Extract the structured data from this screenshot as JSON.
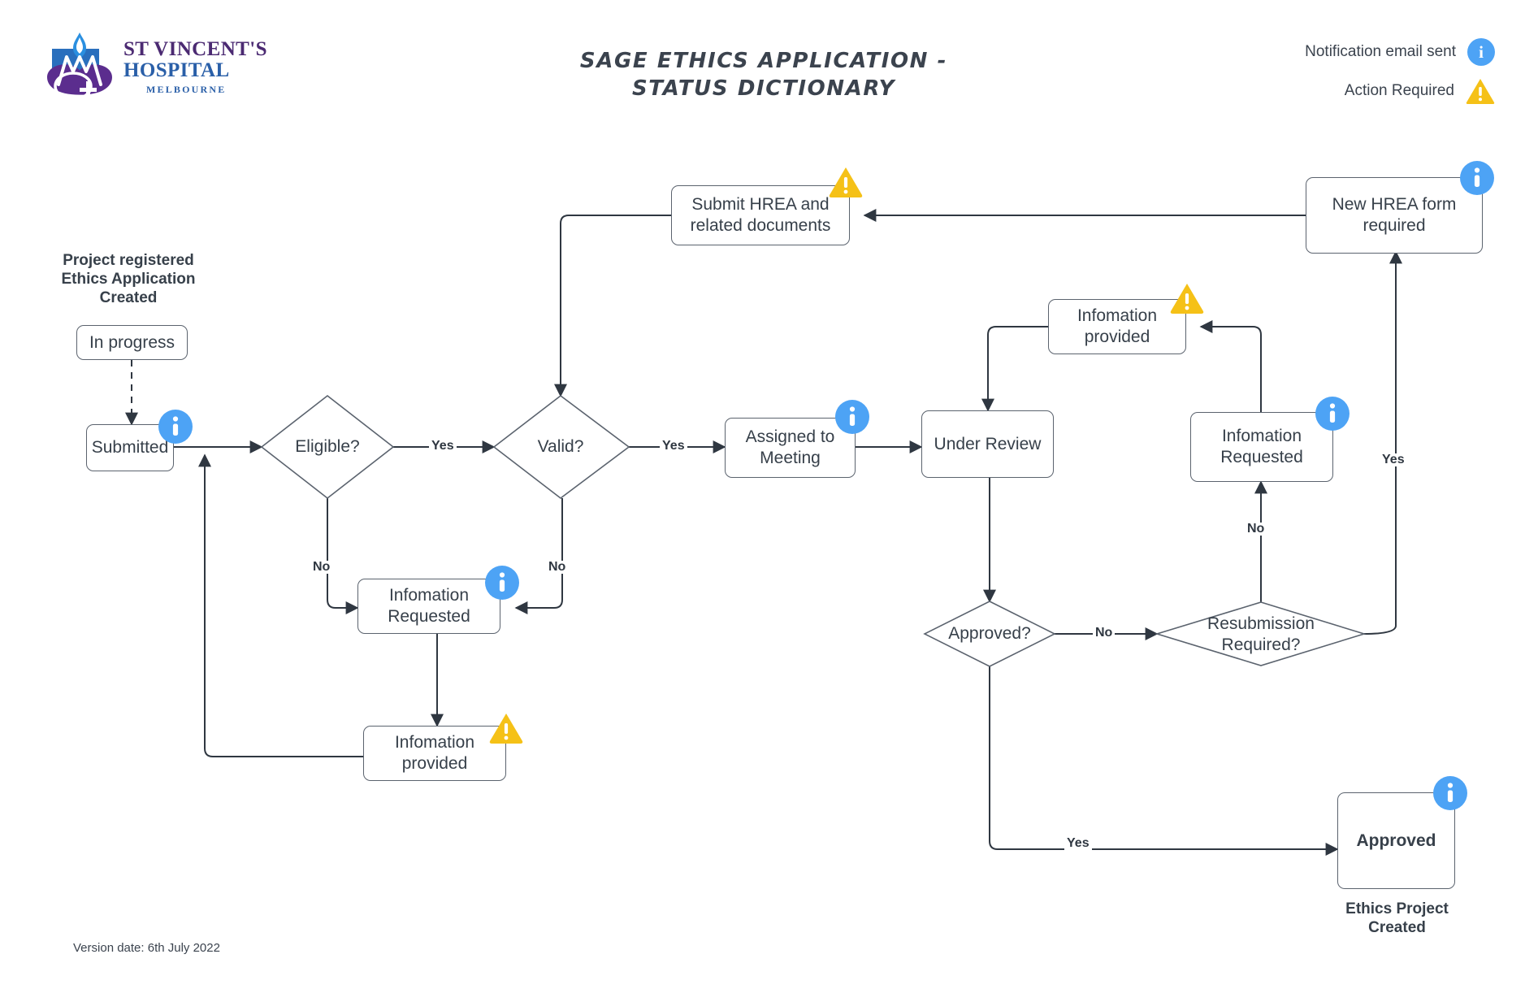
{
  "document": {
    "title_line1": "SAGE ETHICS APPLICATION -",
    "title_line2": "STATUS DICTIONARY",
    "version_note": "Version date: 6th July 2022"
  },
  "logo": {
    "line1": "ST VINCENT'S",
    "line2": "HOSPITAL",
    "line3": "MELBOURNE",
    "color_purple": "#4b2a72",
    "color_blue": "#2a5fa8"
  },
  "legend": {
    "items": [
      {
        "label": "Notification email sent",
        "icon": "info-icon",
        "color": "#4da3f5"
      },
      {
        "label": "Action Required",
        "icon": "warning-icon",
        "color": "#f5c117"
      }
    ]
  },
  "captions": {
    "start": "Project registered\nEthics Application\nCreated",
    "start_l1": "Project registered",
    "start_l2": "Ethics Application",
    "start_l3": "Created",
    "end_l1": "Ethics Project",
    "end_l2": "Created"
  },
  "flowchart": {
    "type": "flowchart",
    "nodes": [
      {
        "id": "in_progress",
        "label": "In progress",
        "shape": "rounded-rect",
        "badge": null
      },
      {
        "id": "submitted",
        "label": "Submitted",
        "shape": "rounded-rect",
        "badge": "info-icon"
      },
      {
        "id": "eligible",
        "label": "Eligible?",
        "shape": "diamond",
        "badge": null
      },
      {
        "id": "valid",
        "label": "Valid?",
        "shape": "diamond",
        "badge": null
      },
      {
        "id": "info_req_left",
        "label": "Infomation\nRequested",
        "line1": "Infomation",
        "line2": "Requested",
        "shape": "rounded-rect",
        "badge": "info-icon"
      },
      {
        "id": "info_prov_left",
        "label": "Infomation\nprovided",
        "line1": "Infomation",
        "line2": "provided",
        "shape": "rounded-rect",
        "badge": "warning-icon"
      },
      {
        "id": "submit_hrea",
        "label": "Submit HREA and\nrelated documents",
        "line1": "Submit HREA and",
        "line2": "related documents",
        "shape": "rounded-rect",
        "badge": "warning-icon"
      },
      {
        "id": "new_hrea",
        "label": "New HREA form\nrequired",
        "line1": "New HREA form",
        "line2": "required",
        "shape": "rounded-rect",
        "badge": "info-icon"
      },
      {
        "id": "assigned",
        "label": "Assigned to\nMeeting",
        "line1": "Assigned to",
        "line2": "Meeting",
        "shape": "rounded-rect",
        "badge": "info-icon"
      },
      {
        "id": "under_review",
        "label": "Under Review",
        "shape": "rounded-rect",
        "badge": null
      },
      {
        "id": "info_prov_right",
        "label": "Infomation\nprovided",
        "line1": "Infomation",
        "line2": "provided",
        "shape": "rounded-rect",
        "badge": "warning-icon"
      },
      {
        "id": "info_req_right",
        "label": "Infomation\nRequested",
        "line1": "Infomation",
        "line2": "Requested",
        "shape": "rounded-rect",
        "badge": "info-icon"
      },
      {
        "id": "approved_q",
        "label": "Approved?",
        "shape": "diamond",
        "badge": null
      },
      {
        "id": "resubmission_q",
        "label": "Resubmission\nRequired?",
        "line1": "Resubmission",
        "line2": "Required?",
        "shape": "diamond",
        "badge": null
      },
      {
        "id": "approved",
        "label": "Approved",
        "shape": "rounded-rect",
        "badge": "info-icon",
        "bold": true
      }
    ],
    "edges": [
      {
        "from": "in_progress",
        "to": "submitted",
        "label": "",
        "style": "dashed"
      },
      {
        "from": "submitted",
        "to": "eligible",
        "label": ""
      },
      {
        "from": "eligible",
        "to": "valid",
        "label": "Yes"
      },
      {
        "from": "eligible",
        "to": "info_req_left",
        "label": "No"
      },
      {
        "from": "valid",
        "to": "info_req_left",
        "label": "No"
      },
      {
        "from": "valid",
        "to": "assigned",
        "label": "Yes"
      },
      {
        "from": "info_req_left",
        "to": "info_prov_left",
        "label": ""
      },
      {
        "from": "info_prov_left",
        "to": "submitted",
        "label": ""
      },
      {
        "from": "submit_hrea",
        "to": "valid",
        "label": ""
      },
      {
        "from": "new_hrea",
        "to": "submit_hrea",
        "label": ""
      },
      {
        "from": "assigned",
        "to": "under_review",
        "label": ""
      },
      {
        "from": "under_review",
        "to": "approved_q",
        "label": ""
      },
      {
        "from": "approved_q",
        "to": "approved",
        "label": "Yes"
      },
      {
        "from": "approved_q",
        "to": "resubmission_q",
        "label": "No"
      },
      {
        "from": "resubmission_q",
        "to": "info_req_right",
        "label": "No"
      },
      {
        "from": "resubmission_q",
        "to": "new_hrea",
        "label": "Yes"
      },
      {
        "from": "info_req_right",
        "to": "info_prov_right",
        "label": ""
      },
      {
        "from": "info_prov_right",
        "to": "under_review",
        "label": ""
      }
    ],
    "edge_labels": {
      "eligible_yes": "Yes",
      "eligible_no": "No",
      "valid_no": "No",
      "valid_yes": "Yes",
      "approved_yes": "Yes",
      "approved_no": "No",
      "resub_no": "No",
      "resub_yes": "Yes"
    },
    "node_text": {
      "in_progress": "In progress",
      "submitted": "Submitted",
      "eligible": "Eligible?",
      "valid": "Valid?",
      "info_req_left_l1": "Infomation",
      "info_req_left_l2": "Requested",
      "info_prov_left_l1": "Infomation",
      "info_prov_left_l2": "provided",
      "submit_hrea_l1": "Submit HREA and",
      "submit_hrea_l2": "related documents",
      "new_hrea_l1": "New HREA form",
      "new_hrea_l2": "required",
      "assigned_l1": "Assigned to",
      "assigned_l2": "Meeting",
      "under_review": "Under Review",
      "info_prov_right_l1": "Infomation",
      "info_prov_right_l2": "provided",
      "info_req_right_l1": "Infomation",
      "info_req_right_l2": "Requested",
      "approved_q": "Approved?",
      "resubmission_q_l1": "Resubmission",
      "resubmission_q_l2": "Required?",
      "approved": "Approved"
    },
    "colors": {
      "stroke": "#5b636e",
      "arrow": "#2f3741",
      "text": "#37404a",
      "info_badge": "#4da3f5",
      "warn_badge": "#f5c117"
    }
  }
}
